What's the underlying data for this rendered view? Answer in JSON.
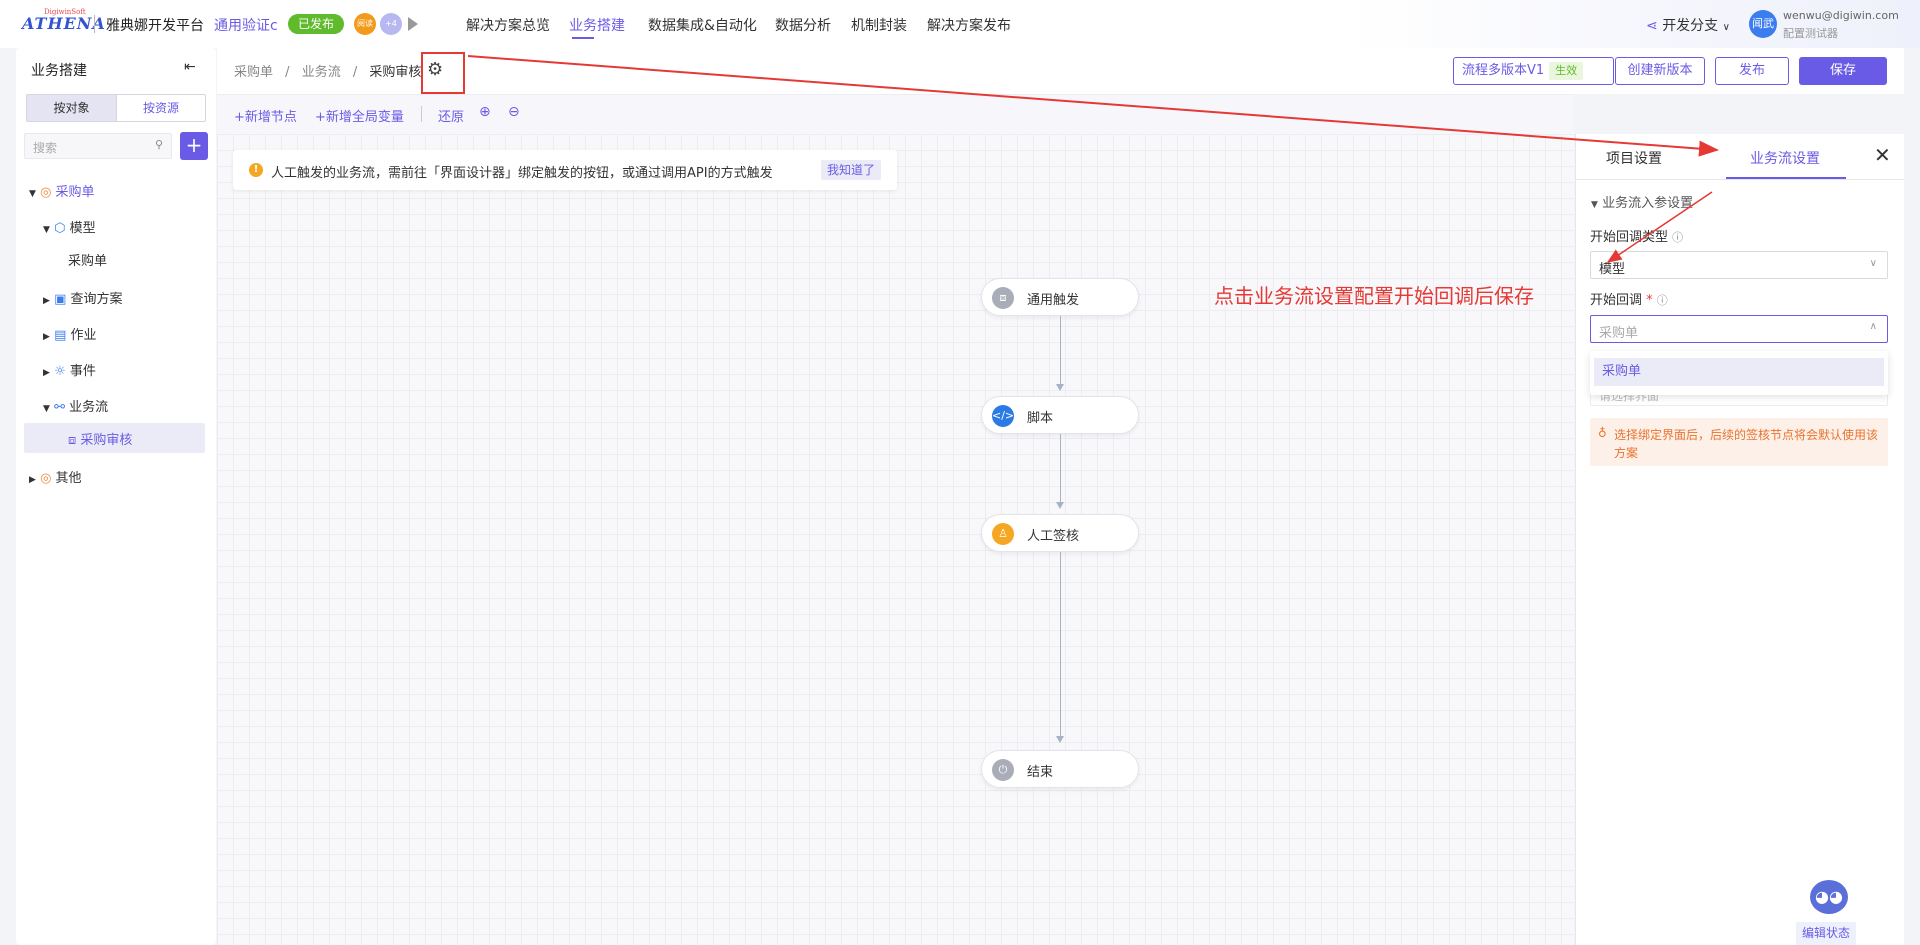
{
  "header": {
    "logo_text": "ATHENA",
    "logo_sub": "DigiwinSoft",
    "platform_name": "雅典娜开发平台",
    "app_name": "通用验证c",
    "status_badge": "已发布",
    "avatar_small": "阅读",
    "avatar_more": "+4",
    "nav": [
      "解决方案总览",
      "业务搭建",
      "数据集成&自动化",
      "数据分析",
      "机制封装",
      "解决方案发布"
    ],
    "branch_label": "开发分支",
    "user_avatar": "闻武",
    "user_email": "wenwu@digiwin.com",
    "user_role": "配置测试器"
  },
  "sidebar": {
    "title": "业务搭建",
    "toggle_by_object": "按对象",
    "toggle_by_resource": "按资源",
    "search_placeholder": "搜索",
    "tree": {
      "root": "采购单",
      "model": "模型",
      "model_child": "采购单",
      "query": "查询方案",
      "job": "作业",
      "event": "事件",
      "flow": "业务流",
      "flow_child": "采购审核",
      "other": "其他"
    }
  },
  "breadcrumb": [
    "采购单",
    "业务流",
    "采购审核"
  ],
  "actions": {
    "version_label": "流程多版本V1",
    "version_badge": "生效",
    "create_version": "创建新版本",
    "publish": "发布",
    "save": "保存"
  },
  "toolbar": {
    "add_node": "+新增节点",
    "add_global_var": "+新增全局变量",
    "restore": "还原"
  },
  "notice": {
    "text": "人工触发的业务流，需前往「界面设计器」绑定触发的按钮，或通过调用API的方式触发",
    "ack": "我知道了"
  },
  "flow_nodes": [
    "通用触发",
    "脚本",
    "人工签核",
    "结束"
  ],
  "annotation": "点击业务流设置配置开始回调后保存",
  "panel": {
    "tab_project": "项目设置",
    "tab_flow": "业务流设置",
    "section": "业务流入参设置",
    "callback_type_label": "开始回调类型",
    "callback_type_value": "模型",
    "callback_label": "开始回调",
    "callback_placeholder": "采购单",
    "dropdown_option": "采购单",
    "hidden_field_text": "请选择界面",
    "tip": "选择绑定界面后，后续的签核节点将会默认使用该方案"
  },
  "assistant_label": "编辑状态",
  "colors": {
    "accent": "#6a5be6",
    "published_green": "#5fba2c",
    "annotation_red": "#e53935",
    "tip_bg": "#fdf0e8",
    "tip_text": "#e8742f"
  }
}
